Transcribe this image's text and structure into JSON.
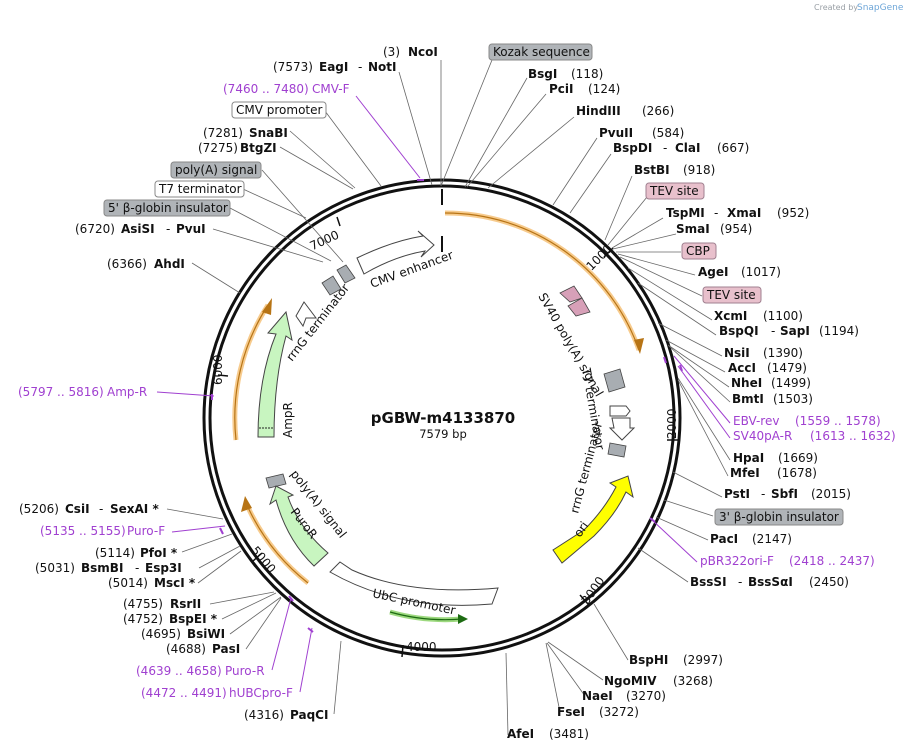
{
  "credit": {
    "prefix": "Created by",
    "brand": "SnapGene"
  },
  "plasmid": {
    "name": "pGBW-m4133870",
    "length": "7579 bp"
  },
  "ticks": [
    "1000",
    "2000",
    "3000",
    "4000",
    "5000",
    "6000",
    "7000"
  ],
  "features": {
    "cmv_enhancer": "CMV enhancer",
    "sv40_polya": "SV40 poly(A) signal",
    "t7_terminator_inner": "T7 terminator",
    "rrnG_terminator_right": "rrnG terminator",
    "ori": "ori",
    "ubc_promoter": "UbC promoter",
    "puror": "PuroR",
    "polya_signal_inner": "poly(A) signal",
    "ampr": "AmpR",
    "rrnG_terminator_left": "rrnG terminator"
  },
  "labels": {
    "l_ncoi": {
      "pos": "(3)",
      "name": "NcoI"
    },
    "l_kozak": {
      "name": "Kozak sequence"
    },
    "l_bsgi": {
      "name": "BsgI",
      "pos": "(118)"
    },
    "l_pcii": {
      "name": "PciI",
      "pos": "(124)"
    },
    "l_hindiii": {
      "name": "HindIII",
      "pos": "(266)"
    },
    "l_pvuii": {
      "name": "PvuII",
      "pos": "(584)"
    },
    "l_bspdi": {
      "name": "BspDI",
      "name2": "ClaI",
      "pos": "(667)"
    },
    "l_bstbi": {
      "name": "BstBI",
      "pos": "(918)"
    },
    "l_tev1": {
      "name": "TEV site"
    },
    "l_tspmi": {
      "name": "TspMI",
      "name2": "XmaI",
      "pos": "(952)"
    },
    "l_smai": {
      "name": "SmaI",
      "pos": "(954)"
    },
    "l_cbp": {
      "name": "CBP"
    },
    "l_agei": {
      "name": "AgeI",
      "pos": "(1017)"
    },
    "l_tev2": {
      "name": "TEV site"
    },
    "l_xcmi": {
      "name": "XcmI",
      "pos": "(1100)"
    },
    "l_bspqi": {
      "name": "BspQI",
      "name2": "SapI",
      "pos": "(1194)"
    },
    "l_nsii": {
      "name": "NsiI",
      "pos": "(1390)"
    },
    "l_acci": {
      "name": "AccI",
      "pos": "(1479)"
    },
    "l_nhei": {
      "name": "NheI",
      "pos": "(1499)"
    },
    "l_bmti": {
      "name": "BmtI",
      "pos": "(1503)"
    },
    "l_ebvrev": {
      "name": "EBV-rev",
      "pos": "(1559 .. 1578)"
    },
    "l_sv40pa": {
      "name": "SV40pA-R",
      "pos": "(1613 .. 1632)"
    },
    "l_hpai": {
      "name": "HpaI",
      "pos": "(1669)"
    },
    "l_mfei": {
      "name": "MfeI",
      "pos": "(1678)"
    },
    "l_psti": {
      "name": "PstI",
      "name2": "SbfI",
      "pos": "(2015)"
    },
    "l_3bglobin": {
      "name": "3' β-globin insulator"
    },
    "l_paci": {
      "name": "PacI",
      "pos": "(2147)"
    },
    "l_pbr322": {
      "name": "pBR322ori-F",
      "pos": "(2418 .. 2437)"
    },
    "l_bsssi": {
      "name": "BssSI",
      "name2": "BssSαI",
      "pos": "(2450)"
    },
    "l_bsphi": {
      "name": "BspHI",
      "pos": "(2997)"
    },
    "l_ngomiv": {
      "name": "NgoMIV",
      "pos": "(3268)"
    },
    "l_naei": {
      "name": "NaeI",
      "pos": "(3270)"
    },
    "l_fsei": {
      "name": "FseI",
      "pos": "(3272)"
    },
    "l_afei": {
      "name": "AfeI",
      "pos": "(3481)"
    },
    "l_paqci": {
      "pos": "(4316)",
      "name": "PaqCI"
    },
    "l_hubcpro": {
      "pos": "(4472 .. 4491)",
      "name": "hUBCpro-F"
    },
    "l_purorr": {
      "pos": "(4639 .. 4658)",
      "name": "Puro-R"
    },
    "l_pasi": {
      "pos": "(4688)",
      "name": "PasI"
    },
    "l_bsiwi": {
      "pos": "(4695)",
      "name": "BsiWI"
    },
    "l_bspei": {
      "pos": "(4752)",
      "name": "BspEI *"
    },
    "l_rsrii": {
      "pos": "(4755)",
      "name": "RsrII"
    },
    "l_msci": {
      "pos": "(5014)",
      "name": "MscI *"
    },
    "l_bsmbi": {
      "pos": "(5031)",
      "name": "BsmBI",
      "name2": "Esp3I"
    },
    "l_pfoi": {
      "pos": "(5114)",
      "name": "PfoI *"
    },
    "l_purof": {
      "pos": "(5135 .. 5155)",
      "name": "Puro-F"
    },
    "l_csii": {
      "pos": "(5206)",
      "name": "CsiI",
      "name2": "SexAI *"
    },
    "l_ampr": {
      "pos": "(5797 .. 5816)",
      "name": "Amp-R"
    },
    "l_ahdi": {
      "pos": "(6366)",
      "name": "AhdI"
    },
    "l_asisi": {
      "pos": "(6720)",
      "name": "AsiSI",
      "name2": "PvuI"
    },
    "l_5bglobin": {
      "name": "5' β-globin insulator"
    },
    "l_t7term": {
      "name": "T7 terminator"
    },
    "l_polya": {
      "name": "poly(A) signal"
    },
    "l_btgzi": {
      "pos": "(7275)",
      "name": "BtgZI"
    },
    "l_snabi": {
      "pos": "(7281)",
      "name": "SnaBI"
    },
    "l_cmvprom": {
      "name": "CMV promoter"
    },
    "l_cmvf": {
      "pos": "(7460 .. 7480)",
      "name": "CMV-F"
    },
    "l_eagi": {
      "pos": "(7573)",
      "name": "EagI",
      "name2": "NotI"
    }
  },
  "colors": {
    "orange_feature": "#f0a030",
    "green_feature": "#c8f5c0",
    "ori_yellow": "#ffff00",
    "primer_purple": "#a040d0",
    "misc_gray": "#b0b4b8",
    "site_pink": "#e8c0cc",
    "snapgene_blue": "#6ea6d8"
  }
}
